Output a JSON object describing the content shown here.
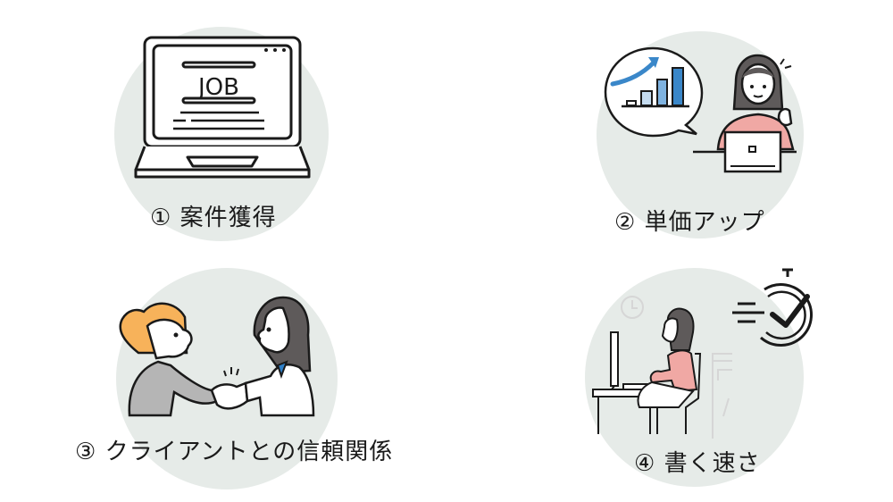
{
  "colors": {
    "circle_bg": "#e6ebe8",
    "line": "#1a1a1a",
    "accent_blue": "#3a87c9",
    "light_blue": "#c5dcf0",
    "mid_blue": "#7fb3e0",
    "shirt_pink": "#f0a8a4",
    "hair_orange": "#f7b25a",
    "hair_dark": "#5e5a5a",
    "suit_gray": "#b5b5b5",
    "tie_blue": "#2e7fc7"
  },
  "items": [
    {
      "number": "①",
      "label": "案件獲得",
      "illustration": "laptop-job-icon",
      "screen_text": "JOB"
    },
    {
      "number": "②",
      "label": "単価アップ",
      "illustration": "woman-rising-chart-icon"
    },
    {
      "number": "③",
      "label": "クライアントとの信頼関係",
      "illustration": "handshake-icon"
    },
    {
      "number": "④",
      "label": "書く速さ",
      "illustration": "fast-typing-stopwatch-icon"
    }
  ]
}
